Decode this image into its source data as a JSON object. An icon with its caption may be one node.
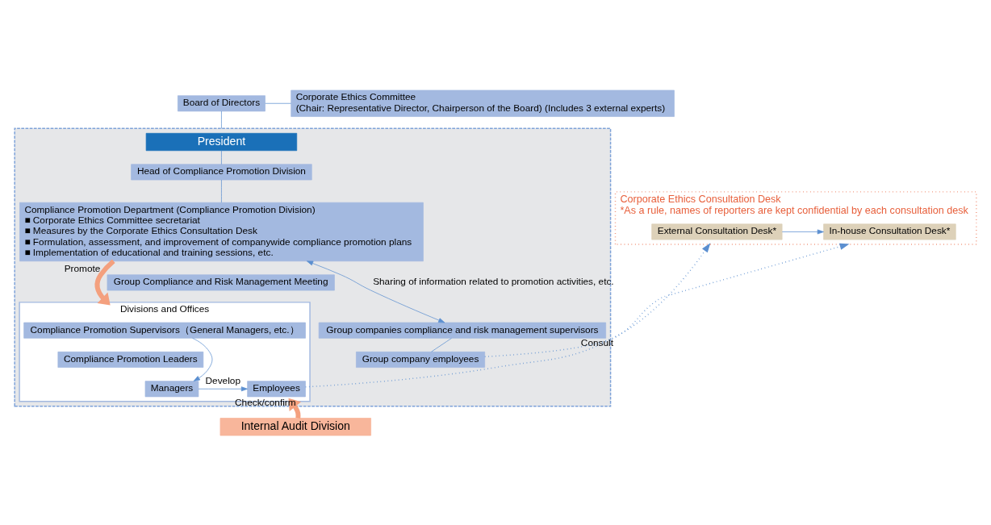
{
  "diagram": {
    "nodes": [
      {
        "text": [
          "Board of Directors"
        ]
      },
      {
        "text": [
          "Corporate Ethics Committee",
          "(Chair: Representative Director, Chairperson of the Board) (Includes 3 external experts)"
        ]
      },
      {
        "text": [],
        "shape": "box"
      },
      {
        "text": [
          "President"
        ],
        "in": 2
      },
      {
        "text": [
          "Head of Compliance Promotion Division"
        ],
        "in": 2
      },
      {
        "text": [
          "Compliance Promotion Department (Compliance Promotion Division)",
          "■ Corporate Ethics Committee secretariat",
          "■ Measures by the Corporate Ethics Consultation Desk",
          "■ Formulation, assessment, and improvement of companywide compliance promotion plans",
          "■ Implementation of educational and training sessions, etc."
        ],
        "in": 2
      },
      {
        "text": [
          "Corporate Ethics Consultation Desk",
          "*As a rule, names of reporters are kept confidential by each consultation desk"
        ]
      },
      {
        "text": [
          "In-house Consultation Desk*"
        ],
        "in": 6
      },
      {
        "text": [
          "External Consultation Desk*"
        ],
        "in": 6
      },
      {
        "text": [
          "Group Compliance and Risk Management Meeting"
        ],
        "in": 2
      },
      {
        "text": [
          "Divisions and Offices"
        ],
        "in": 2
      },
      {
        "text": [
          "Compliance Promotion Supervisors（General Managers, etc.）"
        ],
        "in": 10
      },
      {
        "text": [
          "Compliance Promotion Leaders"
        ],
        "in": 10
      },
      {
        "text": [
          "Managers"
        ],
        "in": 10
      },
      {
        "text": [
          "Employees"
        ],
        "in": 10
      },
      {
        "text": [
          "Group companies compliance and risk management supervisors"
        ],
        "in": 2
      },
      {
        "text": [
          "Group company employees"
        ],
        "in": 2
      },
      {
        "text": [
          "Internal Audit Division"
        ]
      }
    ],
    "edges": [
      {
        "from": 0,
        "to": 1,
        "arrow": "none"
      },
      {
        "from": 0,
        "to": 2,
        "arrow": "none"
      },
      {
        "from": 3,
        "to": 4,
        "arrow": "none"
      },
      {
        "from": 4,
        "to": 5,
        "arrow": "none"
      },
      {
        "from": 8,
        "to": 7,
        "arrow": "to"
      },
      {
        "from": 5,
        "to": 10,
        "arrow": "to",
        "label": "Promote",
        "style": "thick",
        "color": "#f4a07e"
      },
      {
        "from": 11,
        "to": 13,
        "arrow": "to"
      },
      {
        "from": 13,
        "to": 14,
        "arrow": "to",
        "label": "Develop"
      },
      {
        "from": 5,
        "to": 15,
        "arrow": "both",
        "label": "Sharing of information related to promotion activities, etc."
      },
      {
        "from": 15,
        "to": 16,
        "arrow": "none"
      },
      {
        "from": 16,
        "to": 6,
        "arrow": "to",
        "style": "dashed"
      },
      {
        "from": 14,
        "to": 6,
        "arrow": "to",
        "style": "dashed",
        "label": "Consult"
      },
      {
        "from": 17,
        "to": 10,
        "arrow": "to",
        "label": "Check/confirm",
        "style": "thick",
        "color": "#f4a07e"
      }
    ]
  }
}
